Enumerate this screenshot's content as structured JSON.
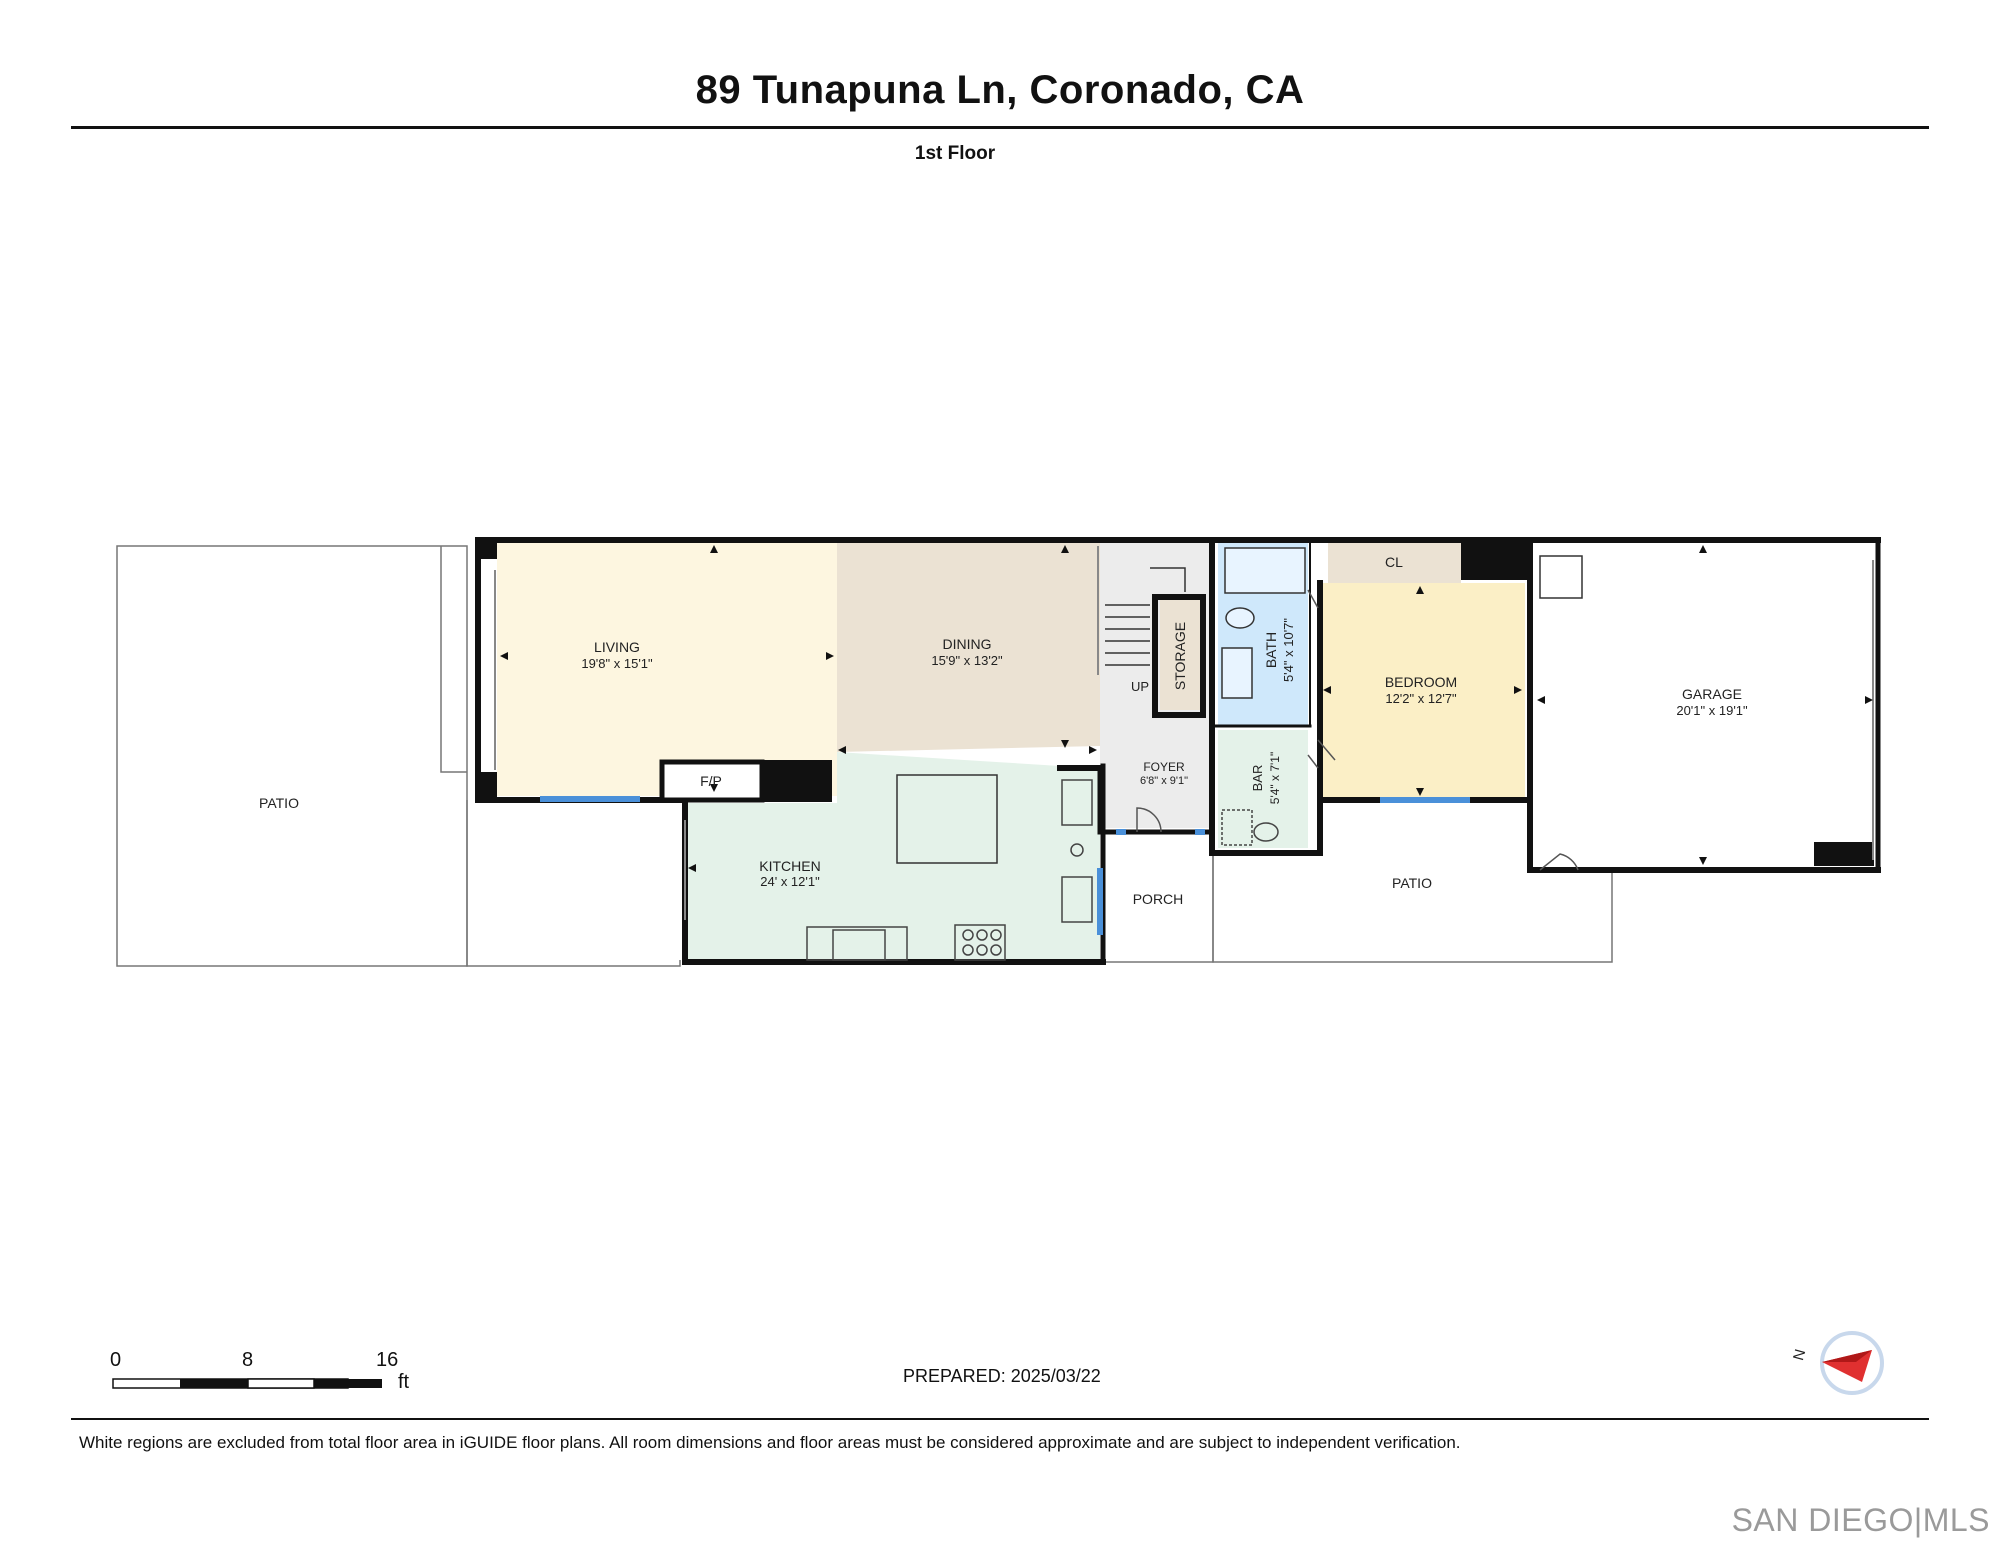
{
  "header": {
    "title": "89 Tunapuna Ln, Coronado, CA",
    "floor": "1st Floor"
  },
  "rooms": {
    "living": {
      "name": "LIVING",
      "dims": "19'8\" x 15'1\"",
      "color": "#fdf6e0"
    },
    "dining": {
      "name": "DINING",
      "dims": "15'9\" x 13'2\"",
      "color": "#ebe2d3"
    },
    "kitchen": {
      "name": "KITCHEN",
      "dims": "24' x 12'1\"",
      "color": "#e4f2e9"
    },
    "foyer": {
      "name": "FOYER",
      "dims": "6'8\" x 9'1\"",
      "color": "#ececec"
    },
    "storage": {
      "name": "STORAGE",
      "color": "#ebe2d3"
    },
    "bath": {
      "name": "BATH",
      "dims": "5'4\" x 10'7\"",
      "color": "#cfe8fb"
    },
    "bar": {
      "name": "BAR",
      "dims": "5'4\" x 7'1\"",
      "color": "#e4f2e9"
    },
    "closet": {
      "name": "CL",
      "color": "#ebe2d3"
    },
    "bedroom": {
      "name": "BEDROOM",
      "dims": "12'2\" x 12'7\"",
      "color": "#fbefc6"
    },
    "garage": {
      "name": "GARAGE",
      "dims": "20'1\" x 19'1\"",
      "color": "#ffffff"
    },
    "fireplace": {
      "name": "F/P"
    },
    "stairs_label": "UP"
  },
  "outdoor": {
    "patio_left": "PATIO",
    "porch": "PORCH",
    "patio_right": "PATIO"
  },
  "scale": {
    "ticks": [
      "0",
      "8",
      "16"
    ],
    "unit": "ft"
  },
  "compass": {
    "label": "N",
    "color": "#e03030"
  },
  "prepared": "PREPARED: 2025/03/22",
  "footnote": "White regions are excluded from total floor area in iGUIDE floor plans. All room dimensions and floor areas must be considered approximate and are subject to independent verification.",
  "brand": "SAN DIEGO|MLS",
  "colors": {
    "wall": "#111111",
    "window": "#4a90d9"
  }
}
